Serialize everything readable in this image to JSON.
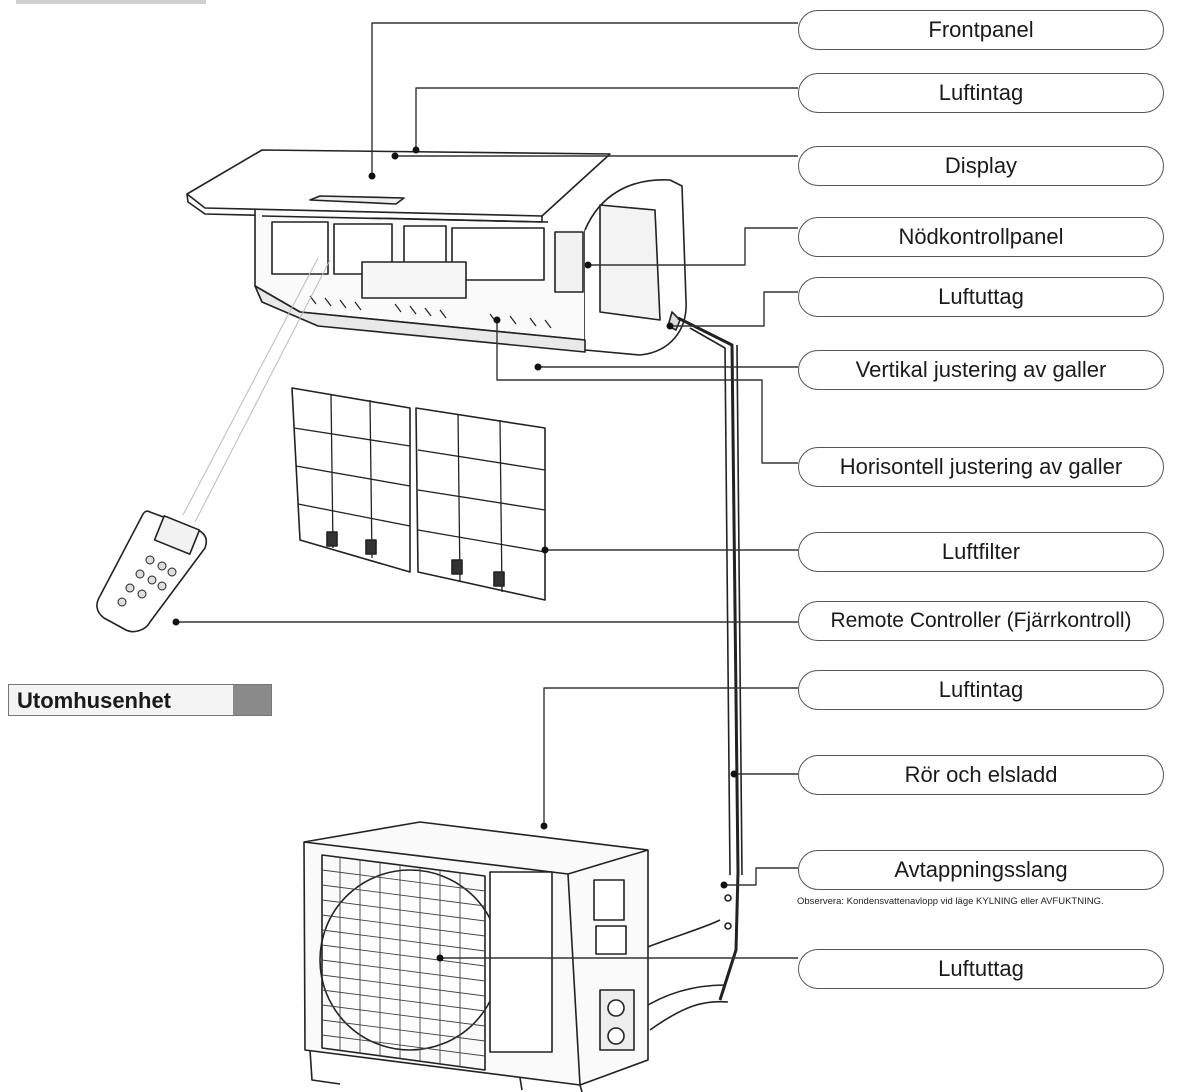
{
  "indoor_labels": [
    {
      "id": "front-panel",
      "text": "Frontpanel"
    },
    {
      "id": "air-intake",
      "text": "Luftintag"
    },
    {
      "id": "display",
      "text": "Display"
    },
    {
      "id": "emergency-panel",
      "text": "Nödkontrollpanel"
    },
    {
      "id": "air-outlet",
      "text": "Luftuttag"
    },
    {
      "id": "vertical-louver",
      "text": "Vertikal justering av galler"
    },
    {
      "id": "horizontal-louver",
      "text": "Horisontell justering av galler"
    },
    {
      "id": "air-filter",
      "text": "Luftfilter"
    },
    {
      "id": "remote-controller",
      "text": "Remote Controller (Fjärrkontroll)"
    }
  ],
  "outdoor_section_title": "Utomhusenhet",
  "outdoor_labels": [
    {
      "id": "outdoor-air-intake",
      "text": "Luftintag"
    },
    {
      "id": "pipe-cable",
      "text": "Rör och elsladd"
    },
    {
      "id": "drain-hose",
      "text": "Avtappningsslang"
    },
    {
      "id": "outdoor-air-outlet",
      "text": "Luftuttag"
    }
  ],
  "drain_note": "Observera: Kondensvattenavlopp vid läge KYLNING eller AVFUKTNING."
}
